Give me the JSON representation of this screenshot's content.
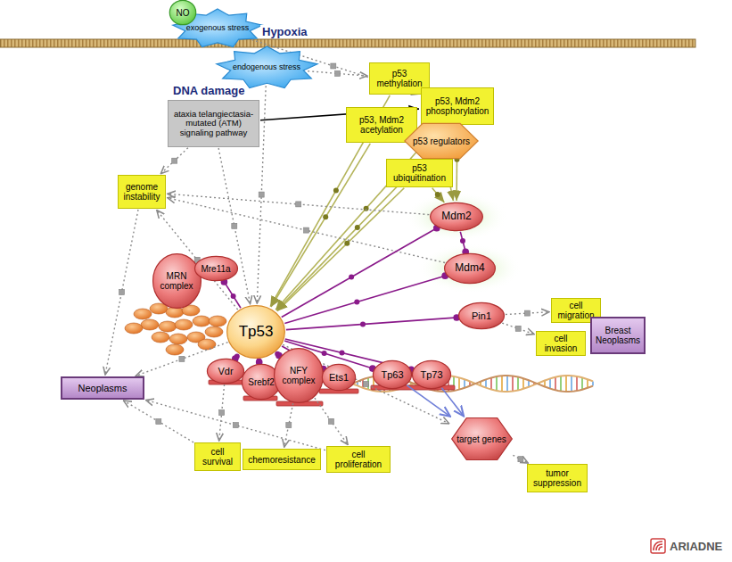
{
  "diagram": {
    "nodes": [
      {
        "text": [
          "NO"
        ]
      },
      {
        "text": [
          "exogenous stress"
        ]
      },
      {
        "text": [
          "endogenous stress"
        ]
      },
      {
        "text": [
          "p53 methylation"
        ]
      },
      {
        "text": [
          "ataxia telangiectasia-mutated (ATM) signaling pathway"
        ]
      },
      {
        "text": [
          "p53, Mdm2 phosphorylation"
        ]
      },
      {
        "text": [
          "p53, Mdm2 acetylation"
        ]
      },
      {
        "text": [
          "p53 regulators"
        ]
      },
      {
        "text": [
          "p53 ubiquitination"
        ]
      },
      {
        "text": [
          "genome instability"
        ]
      },
      {
        "text": [
          "Mdm2"
        ]
      },
      {
        "text": [
          "Mdm4"
        ]
      },
      {
        "text": [
          "MRN complex"
        ]
      },
      {
        "text": [
          "Mre11a"
        ]
      },
      {
        "text": [
          "Pin1"
        ]
      },
      {
        "text": [
          "cell migration"
        ]
      },
      {
        "text": [
          "Tp53"
        ]
      },
      {
        "text": [
          "cell invasion"
        ]
      },
      {
        "text": [
          "Breast Neoplasms"
        ]
      },
      {
        "text": [
          "Vdr"
        ]
      },
      {
        "text": [
          "Srebf2"
        ]
      },
      {
        "text": [
          "NFY complex"
        ]
      },
      {
        "text": [
          "Ets1"
        ]
      },
      {
        "text": [
          "Tp63"
        ]
      },
      {
        "text": [
          "Tp73"
        ]
      },
      {
        "text": [
          "Neoplasms"
        ]
      },
      {
        "text": [
          "target genes"
        ]
      },
      {
        "text": [
          "cell survival"
        ]
      },
      {
        "text": [
          "chemoresistance"
        ]
      },
      {
        "text": [
          "cell proliferation"
        ]
      },
      {
        "text": [
          "tumor suppression"
        ]
      }
    ],
    "edges": [
      {
        "from": 1,
        "to": 5,
        "arrow": "to"
      },
      {
        "from": 2,
        "to": 3,
        "arrow": "to"
      },
      {
        "from": 2,
        "to": 16,
        "arrow": "to"
      },
      {
        "from": 4,
        "to": 5,
        "arrow": "to"
      },
      {
        "from": 4,
        "to": 9,
        "arrow": "to"
      },
      {
        "from": 4,
        "to": 16,
        "arrow": "to"
      },
      {
        "from": 3,
        "to": 16,
        "arrow": "to"
      },
      {
        "from": 5,
        "to": 16,
        "arrow": "to"
      },
      {
        "from": 6,
        "to": 16,
        "arrow": "to"
      },
      {
        "from": 7,
        "to": 16,
        "arrow": "to"
      },
      {
        "from": 8,
        "to": 16,
        "arrow": "to"
      },
      {
        "from": 5,
        "to": 10,
        "arrow": "to"
      },
      {
        "from": 7,
        "to": 10,
        "arrow": "to"
      },
      {
        "from": 8,
        "to": 10,
        "arrow": "to"
      },
      {
        "from": 10,
        "to": 9,
        "arrow": "to"
      },
      {
        "from": 11,
        "to": 9,
        "arrow": "to"
      },
      {
        "from": 16,
        "to": 9,
        "arrow": "to"
      },
      {
        "from": 9,
        "to": 25,
        "arrow": "to"
      },
      {
        "from": 16,
        "to": 10,
        "arrow": "none"
      },
      {
        "from": 16,
        "to": 11,
        "arrow": "none"
      },
      {
        "from": 10,
        "to": 11,
        "arrow": "none"
      },
      {
        "from": 16,
        "to": 13,
        "arrow": "none"
      },
      {
        "from": 13,
        "to": 12,
        "arrow": "none"
      },
      {
        "from": 16,
        "to": 14,
        "arrow": "none"
      },
      {
        "from": 14,
        "to": 15,
        "arrow": "to"
      },
      {
        "from": 14,
        "to": 17,
        "arrow": "to"
      },
      {
        "from": 15,
        "to": 18,
        "arrow": "to"
      },
      {
        "from": 16,
        "to": 19,
        "arrow": "none"
      },
      {
        "from": 16,
        "to": 20,
        "arrow": "none"
      },
      {
        "from": 16,
        "to": 21,
        "arrow": "none"
      },
      {
        "from": 16,
        "to": 22,
        "arrow": "none"
      },
      {
        "from": 16,
        "to": 23,
        "arrow": "none"
      },
      {
        "from": 16,
        "to": 24,
        "arrow": "none"
      },
      {
        "from": 23,
        "to": 26,
        "arrow": "to"
      },
      {
        "from": 24,
        "to": 26,
        "arrow": "to"
      },
      {
        "from": 26,
        "to": 30,
        "arrow": "to"
      },
      {
        "from": 19,
        "to": 27,
        "arrow": "to"
      },
      {
        "from": 21,
        "to": 28,
        "arrow": "to"
      },
      {
        "from": 21,
        "to": 29,
        "arrow": "to"
      },
      {
        "from": 27,
        "to": 25,
        "arrow": "to"
      },
      {
        "from": 29,
        "to": 25,
        "arrow": "to"
      },
      {
        "from": 16,
        "to": 25,
        "arrow": "to"
      },
      {
        "from": 16,
        "to": 26,
        "arrow": "to"
      }
    ],
    "labels": [
      "Hypoxia",
      "DNA damage",
      "ARIADNE"
    ]
  }
}
